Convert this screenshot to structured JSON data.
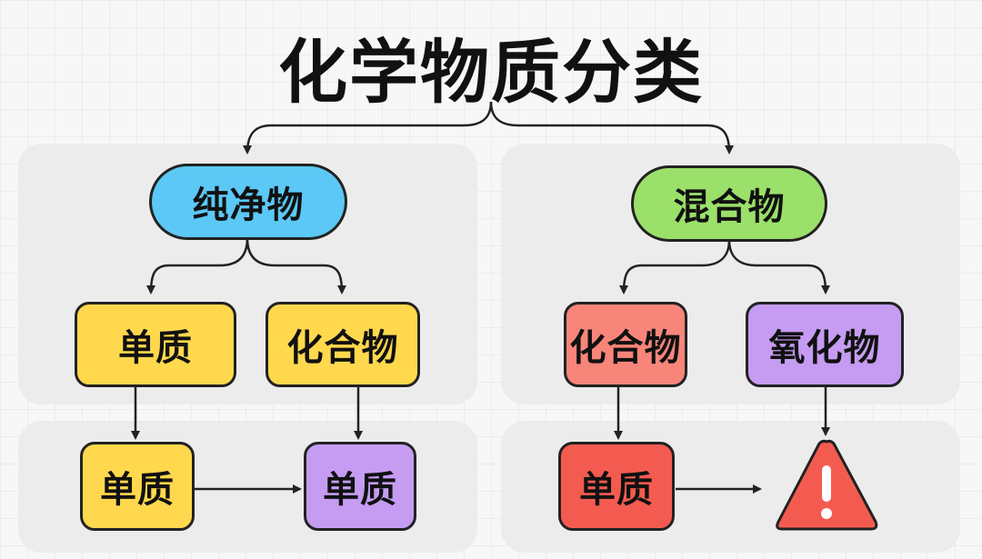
{
  "title": "化学物质分类",
  "nodes": {
    "pure": "纯净物",
    "mixture": "混合物",
    "pure_element": "单质",
    "pure_compound": "化合物",
    "mix_compound": "化合物",
    "mix_oxide": "氧化物",
    "bottom_element_1": "单质",
    "bottom_element_2": "单质",
    "bottom_element_3": "单质"
  },
  "colors": {
    "blue": "#5bc8f5",
    "green": "#9be06a",
    "yellow": "#ffd84d",
    "purple": "#c59cf2",
    "red_light": "#f7857a",
    "red": "#f45b50",
    "warning": "#f45b50"
  },
  "icons": {
    "warning": "warning-triangle-icon"
  }
}
